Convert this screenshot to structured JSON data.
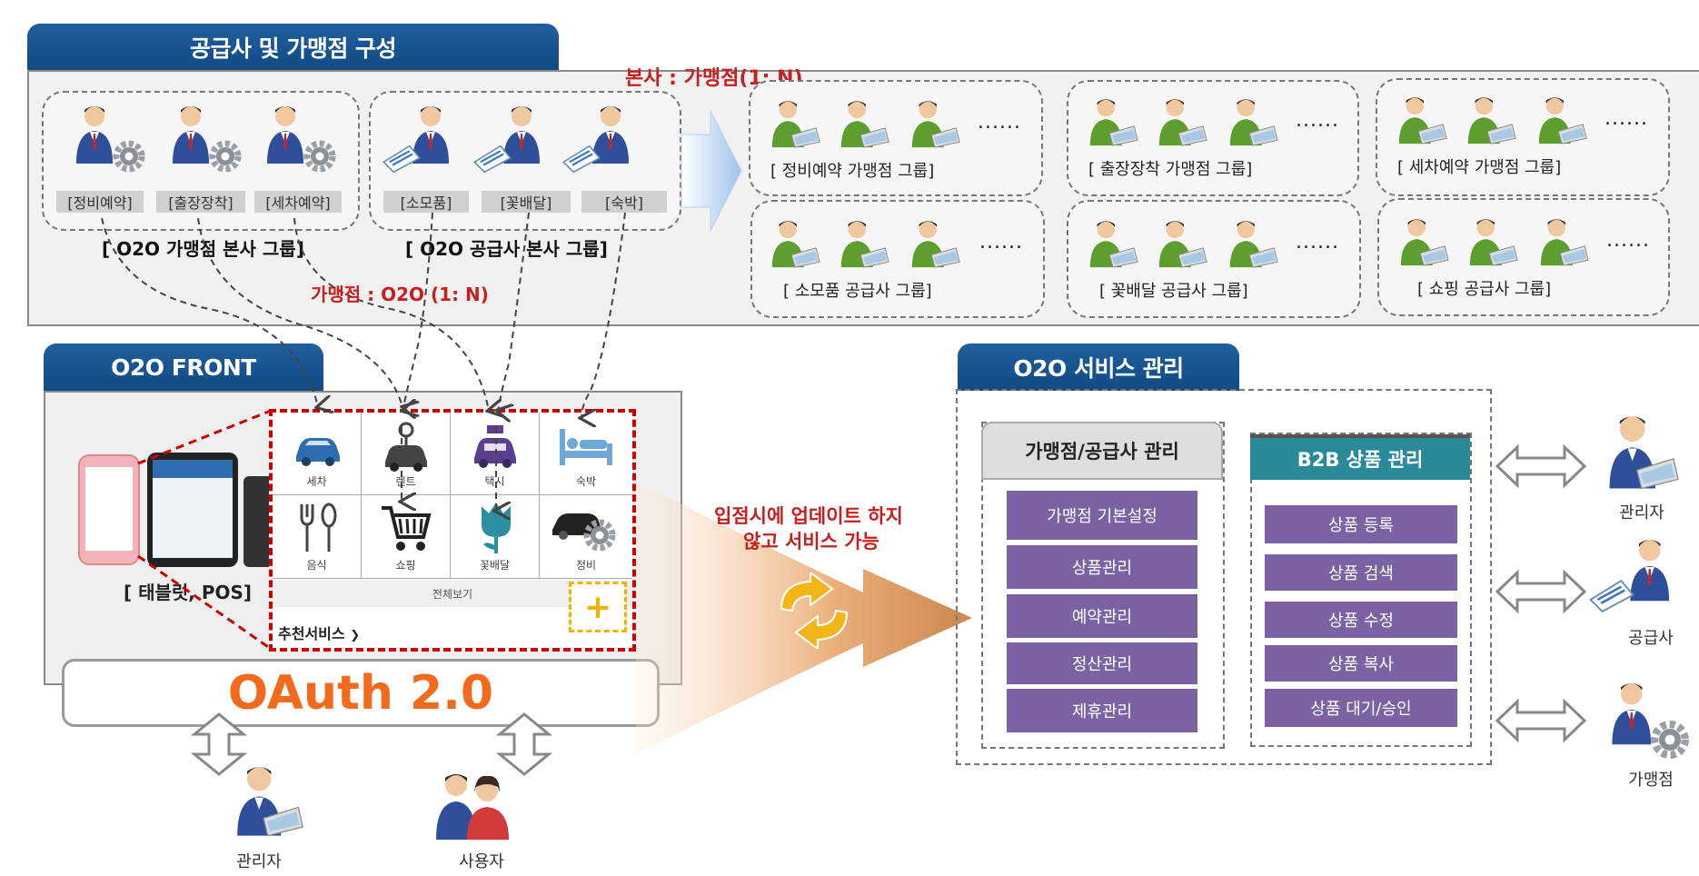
{
  "top_section": {
    "title": "공급사 및 가맹점 구성",
    "relation_hq_franchise": "본사 : 가맹점(1: N)",
    "relation_franchise_o2o": "가맹점 : O2O (1: N)",
    "franchise_hq": {
      "categories": [
        "[정비예약]",
        "[출장장착]",
        "[세차예약]"
      ],
      "label": "[ O2O 가맹점 본사 그룹]"
    },
    "supplier_hq": {
      "categories": [
        "[소모품]",
        "[꽃배달]",
        "[숙박]"
      ],
      "label": "[ O2O 공급사 본사 그룹]"
    },
    "groups": [
      {
        "label": "[ 정비예약 가맹점 그룹]",
        "dots": "......"
      },
      {
        "label": "[ 출장장착 가맹점 그룹]",
        "dots": "......"
      },
      {
        "label": "[ 세차예약 가맹점 그룹]",
        "dots": "......"
      },
      {
        "label": "[ 소모품 공급사 그룹]",
        "dots": "......"
      },
      {
        "label": "[ 꽃배달 공급사 그룹]",
        "dots": "......"
      },
      {
        "label": "[ 쇼핑 공급사 그룹]",
        "dots": "......"
      }
    ]
  },
  "front": {
    "title": "O2O FRONT",
    "device_label": "[ 태블릿, POS]",
    "grid_items": [
      "세차",
      "렌트",
      "택시",
      "숙박",
      "음식",
      "쇼핑",
      "꽃배달",
      "정비"
    ],
    "view_all": "전체보기",
    "recommend": "추천서비스",
    "recommend_arrow": "❯",
    "plus": "+",
    "oauth": "OAuth 2.0",
    "bottom_users": [
      "관리자",
      "사용자"
    ]
  },
  "middle": {
    "note_line1": "입점시에 업데이트 하지",
    "note_line2": "않고 서비스 가능"
  },
  "service": {
    "title": "O2O 서비스 관리",
    "left_col": {
      "title": "가맹점/공급사 관리",
      "items": [
        "가맹점 기본설정",
        "상품관리",
        "예약관리",
        "정산관리",
        "제휴관리"
      ]
    },
    "right_col": {
      "title": "B2B 상품 관리",
      "items": [
        "상품 등록",
        "상품 검색",
        "상품 수정",
        "상품 복사",
        "상품 대기/승인"
      ]
    },
    "actors": [
      "관리자",
      "공급사",
      "가맹점"
    ]
  },
  "colors": {
    "tab_blue": "#1a5693",
    "relation_red": "#c81e1e",
    "oauth_orange": "#f26a1b",
    "menu_purple": "#7b62a3",
    "b2b_teal": "#2b8a9a"
  }
}
